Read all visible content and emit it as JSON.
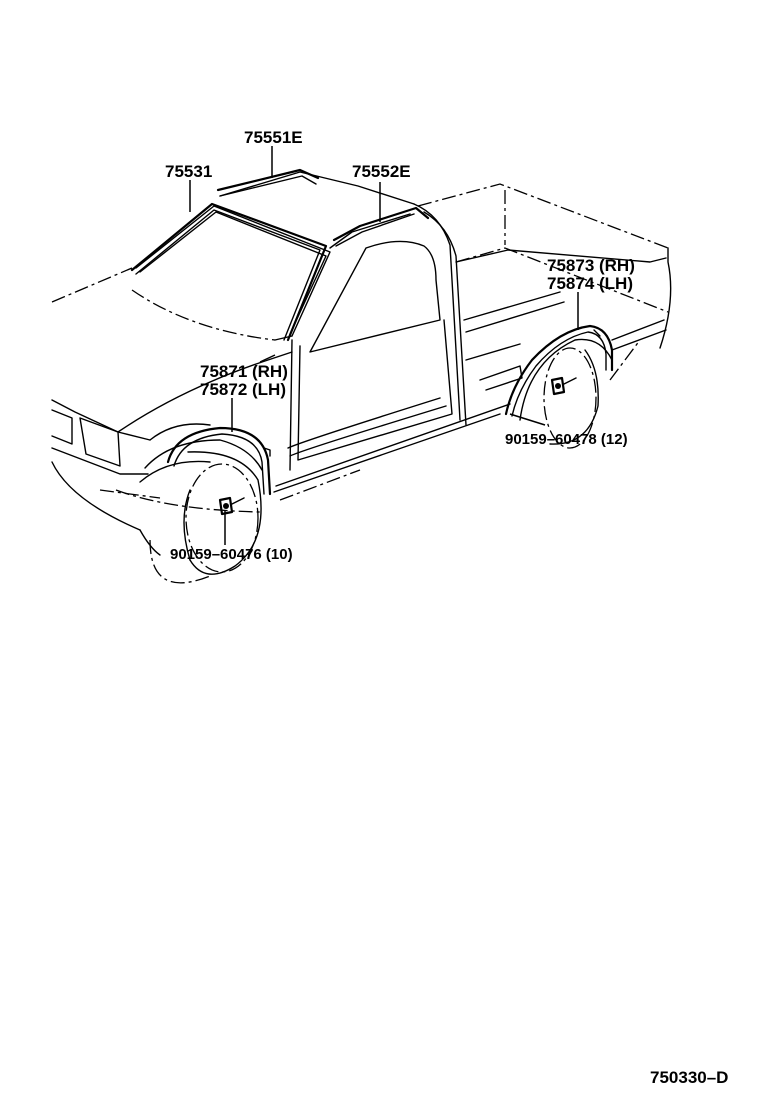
{
  "parts": {
    "roof_front": "75551E",
    "windshield": "75531",
    "roof_rear": "75552E",
    "rear_fender_rh": "75873 (RH)",
    "rear_fender_lh": "75874 (LH)",
    "front_fender_rh": "75871 (RH)",
    "front_fender_lh": "75872 (LH)",
    "rear_clip": "90159–60478 (12)",
    "front_clip": "90159–60476 (10)"
  },
  "reference_code": "750330–D"
}
